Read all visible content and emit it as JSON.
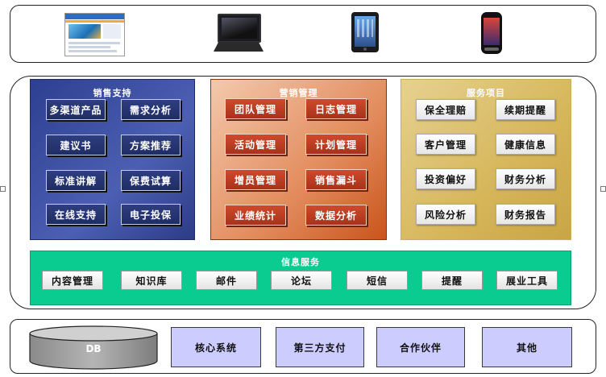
{
  "devices": {
    "web": "web-page-icon",
    "laptop": "laptop-icon",
    "tablet": "tablet-icon",
    "phone": "smartphone-icon"
  },
  "sales_support": {
    "title": "销售支持",
    "items": [
      "多渠道产品",
      "需求分析",
      "建议书",
      "方案推荐",
      "标准讲解",
      "保费试算",
      "在线支持",
      "电子投保"
    ]
  },
  "marketing": {
    "title": "营销管理",
    "items": [
      "团队管理",
      "日志管理",
      "活动管理",
      "计划管理",
      "增员管理",
      "销售漏斗",
      "业绩统计",
      "数据分析"
    ]
  },
  "services": {
    "title": "服务项目",
    "items": [
      "保全理赔",
      "续期提醒",
      "客户管理",
      "健康信息",
      "投资偏好",
      "财务分析",
      "风险分析",
      "财务报告"
    ]
  },
  "info_services": {
    "title": "信息服务",
    "items": [
      "内容管理",
      "知识库",
      "邮件",
      "论坛",
      "短信",
      "提醒",
      "展业工具"
    ]
  },
  "backend": {
    "db": "DB",
    "items": [
      "核心系统",
      "第三方支付",
      "合作伙伴",
      "其他"
    ]
  },
  "colors": {
    "sales": "#3a4c9c",
    "marketing": "#e28b5c",
    "services": "#d6b65a",
    "info": "#0bcc90",
    "backend_tile": "#ccccff"
  }
}
